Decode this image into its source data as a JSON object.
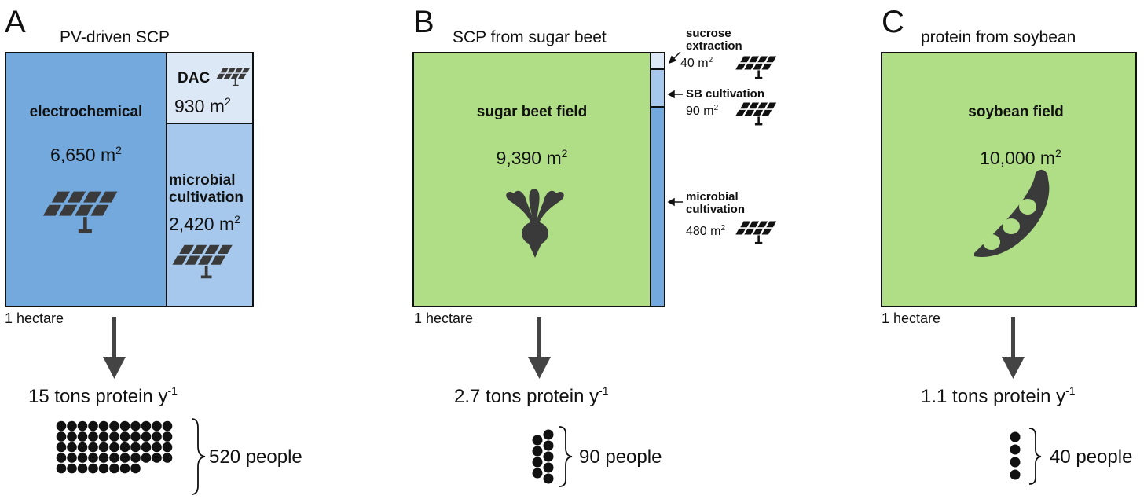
{
  "colors": {
    "electrochemical": "#74a9de",
    "dac": "#dde8f7",
    "microbial": "#a6c8ec",
    "field": "#b0de86",
    "icon": "#3a3a3a"
  },
  "panelA": {
    "letter": "A",
    "title": "PV-driven SCP",
    "electrochemical": {
      "label": "electrochemical",
      "area": "6,650 m",
      "exp": "2"
    },
    "dac": {
      "label": "DAC",
      "area": "930 m",
      "exp": "2"
    },
    "microbial": {
      "label": "microbial cultivation",
      "area": "2,420 m",
      "exp": "2"
    },
    "hectare": "1 hectare",
    "output": "15 tons protein y",
    "output_exp": "-1",
    "people": "520 people",
    "dot_count": 52,
    "icons": [
      "solar-panel-icon"
    ]
  },
  "panelB": {
    "letter": "B",
    "title": "SCP from sugar beet",
    "field": {
      "label": "sugar beet field",
      "area": "9,390 m",
      "exp": "2"
    },
    "sucrose": {
      "label": "sucrose extraction",
      "area": "40 m",
      "exp": "2"
    },
    "sb": {
      "label": "SB cultivation",
      "area": "90 m",
      "exp": "2"
    },
    "microbial": {
      "label": "microbial cultivation",
      "area": "480 m",
      "exp": "2"
    },
    "hectare": "1 hectare",
    "output": "2.7 tons protein y",
    "output_exp": "-1",
    "people": "90 people",
    "dot_count": 9,
    "icons": [
      "sugar-beet-icon",
      "solar-panel-icon"
    ]
  },
  "panelC": {
    "letter": "C",
    "title": "protein from soybean",
    "field": {
      "label": "soybean field",
      "area": "10,000 m",
      "exp": "2"
    },
    "hectare": "1 hectare",
    "output": "1.1 tons protein y",
    "output_exp": "-1",
    "people": "40 people",
    "dot_count": 4,
    "icons": [
      "soybean-pod-icon"
    ]
  }
}
